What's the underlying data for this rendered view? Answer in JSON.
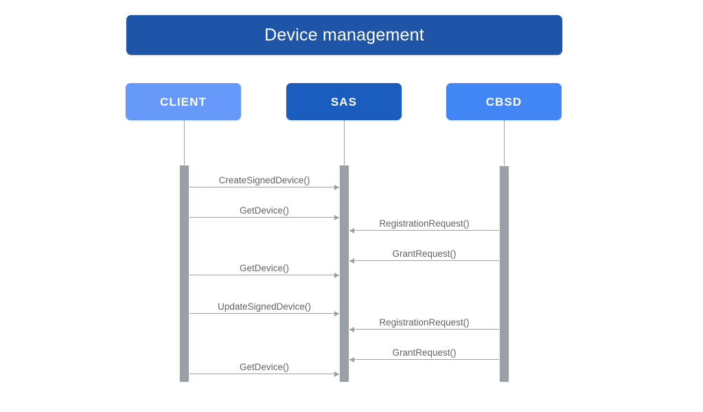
{
  "diagram": {
    "type": "sequence-diagram",
    "title": "Device management",
    "colors": {
      "title_bar": "#1F55A8",
      "client": "#6699F9",
      "sas": "#1A5DBE",
      "cbsd": "#4285F4",
      "lifeline": "#9AA0A6",
      "activation": "#9AA0A6",
      "message_line": "#9AA0A6",
      "message_text": "#5F6368",
      "background": "#ffffff"
    },
    "participants": [
      {
        "id": "client",
        "label": "CLIENT"
      },
      {
        "id": "sas",
        "label": "SAS"
      },
      {
        "id": "cbsd",
        "label": "CBSD"
      }
    ],
    "messages": [
      {
        "index": 1,
        "label": "CreateSignedDevice()",
        "from": "CLIENT",
        "to": "SAS",
        "direction": "right"
      },
      {
        "index": 2,
        "label": "GetDevice()",
        "from": "CLIENT",
        "to": "SAS",
        "direction": "right"
      },
      {
        "index": 3,
        "label": "RegistrationRequest()",
        "from": "CBSD",
        "to": "SAS",
        "direction": "left"
      },
      {
        "index": 4,
        "label": "GrantRequest()",
        "from": "CBSD",
        "to": "SAS",
        "direction": "left"
      },
      {
        "index": 5,
        "label": "GetDevice()",
        "from": "CLIENT",
        "to": "SAS",
        "direction": "right"
      },
      {
        "index": 6,
        "label": "UpdateSignedDevice()",
        "from": "CLIENT",
        "to": "SAS",
        "direction": "right"
      },
      {
        "index": 7,
        "label": "RegistrationRequest()",
        "from": "CBSD",
        "to": "SAS",
        "direction": "left"
      },
      {
        "index": 8,
        "label": "GrantRequest()",
        "from": "CBSD",
        "to": "SAS",
        "direction": "left"
      },
      {
        "index": 9,
        "label": "GetDevice()",
        "from": "CLIENT",
        "to": "SAS",
        "direction": "right"
      }
    ]
  }
}
